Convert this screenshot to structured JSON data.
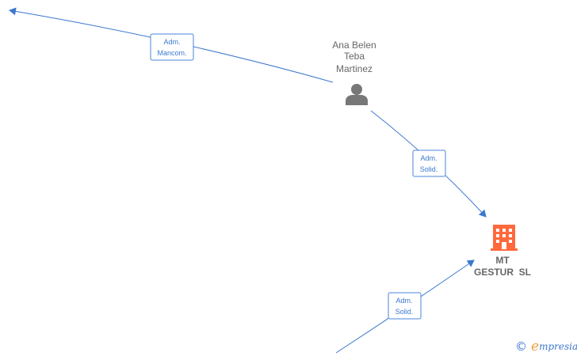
{
  "nodes": {
    "person": {
      "name_lines": [
        "Ana Belen",
        "Teba",
        "Martinez"
      ],
      "icon": "person-icon"
    },
    "company": {
      "name_lines": [
        "MT",
        "GESTUR  SL"
      ],
      "icon": "building-icon",
      "color": "#ff6a3c"
    }
  },
  "edges": [
    {
      "id": "edge-person-offscreen",
      "label_lines": [
        "Adm.",
        "Mancom."
      ]
    },
    {
      "id": "edge-person-company",
      "label_lines": [
        "Adm.",
        "Solid."
      ]
    },
    {
      "id": "edge-offscreen-company",
      "label_lines": [
        "Adm.",
        "Solid."
      ]
    }
  ],
  "copyright": {
    "symbol": "©",
    "brand_initial": "e",
    "brand_rest": "mpresia"
  },
  "colors": {
    "edge": "#3b78cf",
    "person_icon": "#777777",
    "company_icon": "#ff6a3c"
  }
}
